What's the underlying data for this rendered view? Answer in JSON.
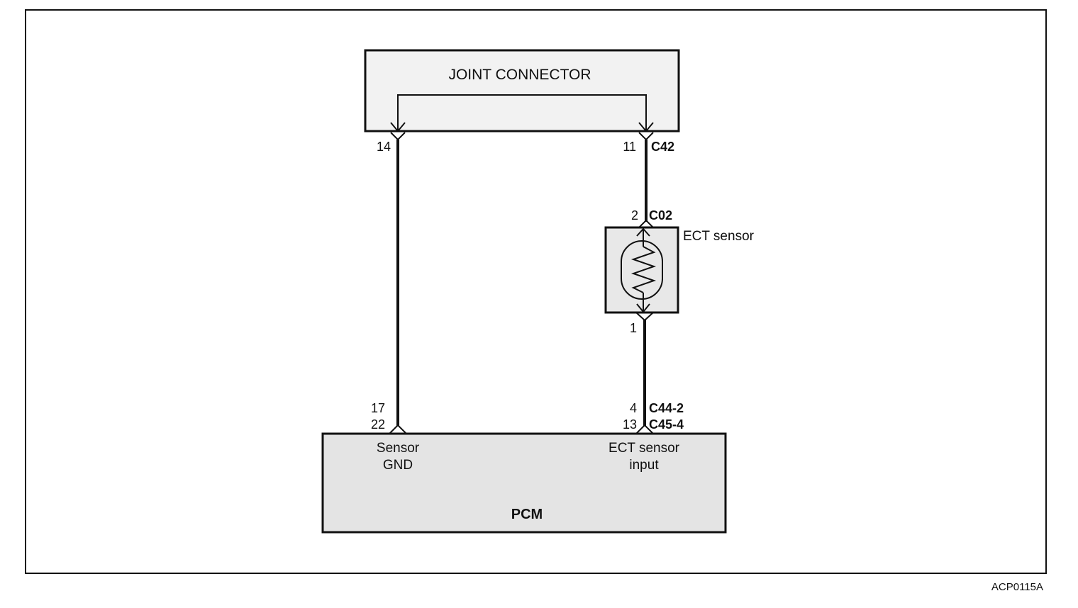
{
  "joint_connector": {
    "title": "JOINT CONNECTOR"
  },
  "connectors": {
    "c42": "C42",
    "c02": "C02",
    "c44_2": "C44-2",
    "c45_4": "C45-4"
  },
  "pins": {
    "jc_left": "14",
    "jc_right": "11",
    "ect_top": "2",
    "ect_bottom": "1",
    "pcm_left_upper": "17",
    "pcm_left_lower": "22",
    "pcm_right_upper": "4",
    "pcm_right_lower": "13"
  },
  "ect_sensor": {
    "label": "ECT sensor"
  },
  "pcm": {
    "title": "PCM",
    "left_terminal_line1": "Sensor",
    "left_terminal_line2": "GND",
    "right_terminal_line1": "ECT sensor",
    "right_terminal_line2": "input"
  },
  "figure_id": "ACP0115A",
  "colors": {
    "line": "#111111",
    "pcm_fill": "#e4e4e4",
    "sensor_fill": "#e8e8e8",
    "connector_fill": "#f2f2f2"
  }
}
